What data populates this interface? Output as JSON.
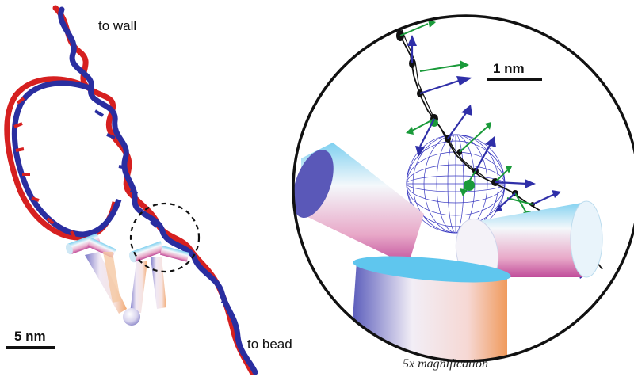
{
  "labels": {
    "to_wall": "to wall",
    "to_bead": "to bead",
    "scale_left": "5 nm",
    "scale_right": "1 nm",
    "caption": "5x magnification"
  },
  "colors": {
    "strand_red": "#d62020",
    "strand_blue": "#2a2ea0",
    "cylinder_light": "#e8f4fb",
    "cylinder_blue": "#5fb8e6",
    "cylinder_pink": "#c46aa8",
    "cylinder_orange": "#f2b07a",
    "sphere_mesh": "#3838c0",
    "arrow_green": "#1a9a3a",
    "arrow_blue": "#2f2fa8"
  }
}
